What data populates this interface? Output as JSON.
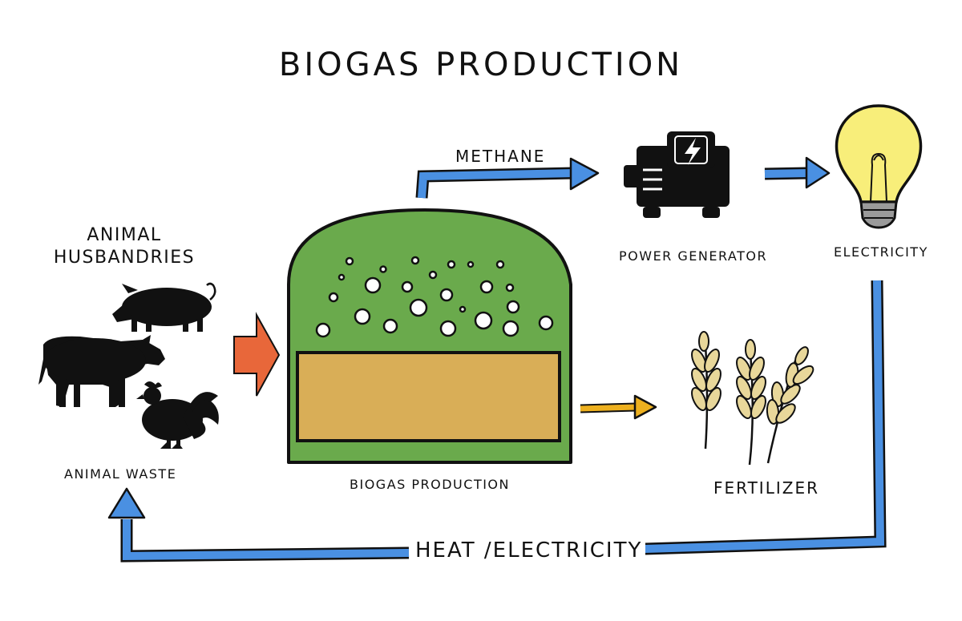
{
  "title": "BIOGAS PRODUCTION",
  "labels": {
    "animal_husbandries": "ANIMAL HUSBANDRIES",
    "animal_waste": "ANIMAL WASTE",
    "digester": "BIOGAS PRODUCTION",
    "methane": "METHANE",
    "power_generator": "POWER GENERATOR",
    "electricity": "ELECTRICITY",
    "fertilizer": "FERTILIZER",
    "heat_electricity": "HEAT /ELECTRICITY"
  },
  "icons": [
    "pig-icon",
    "cow-icon",
    "rooster-icon",
    "generator-icon",
    "lightbulb-icon",
    "wheat-icon"
  ],
  "colors": {
    "digester_dome": "#6AAA4C",
    "slurry": "#D9AE57",
    "flow_arrow": "#4A90E2",
    "input_arrow": "#E8673A",
    "fertilizer_arrow": "#EDB01F",
    "bulb": "#F8EE7A",
    "wheat": "#E8D79A"
  }
}
